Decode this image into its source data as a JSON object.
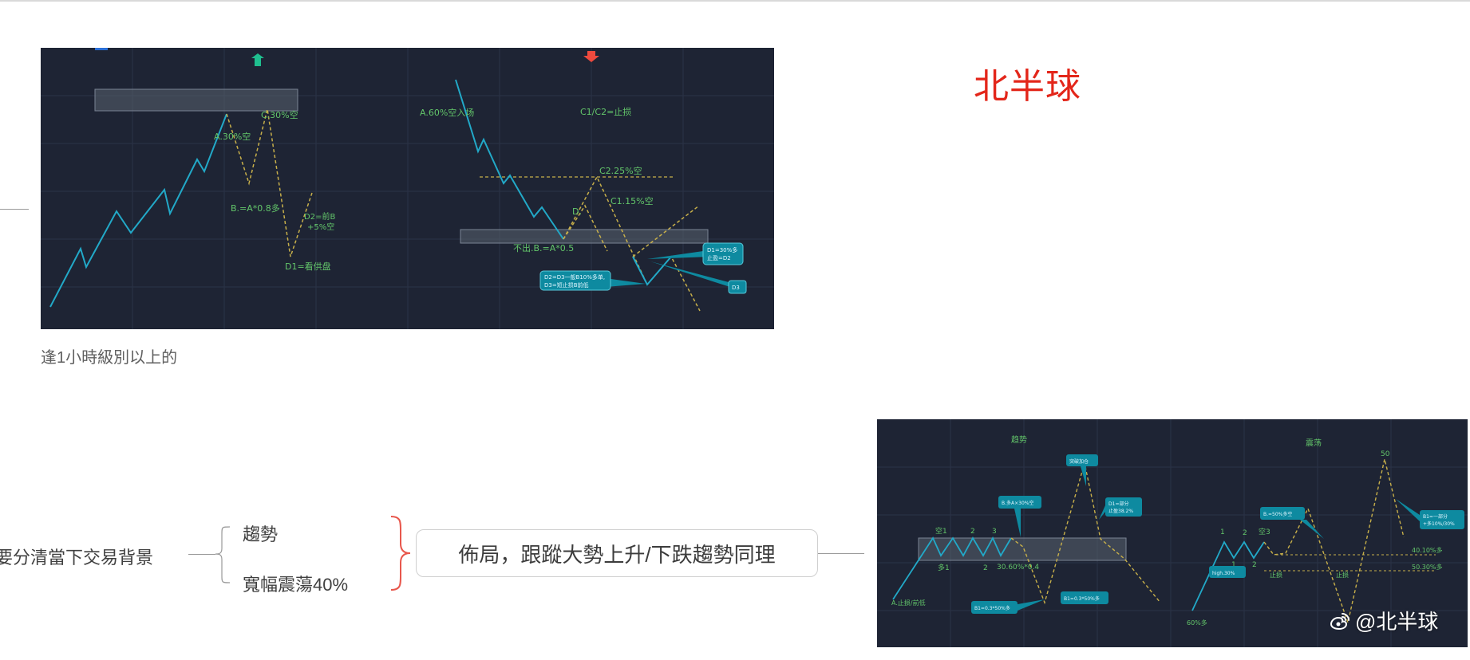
{
  "title": "北半球",
  "caption": "逢1小時級別以上的",
  "mindmap": {
    "root": "要分清當下交易背景",
    "branches": [
      "趨勢",
      "寬幅震蕩40%"
    ],
    "box": "佈局，跟蹤大勢上升/下跌趨勢同理"
  },
  "watermark": "@北半球",
  "icons": {
    "weibo": "weibo-logo-icon",
    "up_arrow": "up-arrow-icon",
    "down_arrow": "down-arrow-icon",
    "brace": "curly-brace-icon"
  },
  "colors": {
    "panel_bg": "#1e2434",
    "price_line": "#22a9c8",
    "projection_line": "#c8b04a",
    "label_text": "#63c66a",
    "callout": "#0e8aa0",
    "up_arrow": "#1fbf8f",
    "down_arrow": "#ef4a3e",
    "title_red": "#e3261a",
    "brace_red": "#e8574c"
  },
  "chart1": {
    "labels": {
      "c30": "C.30%空",
      "a30": "A.30%空",
      "b_a08": "B.=A*0.8多",
      "d2": "D2=前B",
      "d2b": "+5%空",
      "d1": "D1=看供盘",
      "a60": "A.60%空入场",
      "c1c2": "C1/C2=止损",
      "c2": "C2.25%空",
      "c1": "C1.15%空",
      "d": "D.",
      "nochu": "不出.B.=A*0.5"
    },
    "callouts": {
      "right_top_1": "D1=30%多",
      "right_top_2": "止盈=D2",
      "bottom_1": "D2=D3一般B10%多单,",
      "bottom_2": "D3=短止损B前低",
      "small": "D3"
    }
  },
  "chart2": {
    "labels": {
      "left_title": "趋势",
      "right_title": "震荡",
      "k1": "空1",
      "n2": "2",
      "n3": "3",
      "duo1": "多1",
      "n2b": "2",
      "pct": "30.60%*0.4",
      "a_stop": "A.止损/前低",
      "r1": "1",
      "r2": "2",
      "r3": "空3",
      "rb1": "1",
      "rb2": "2",
      "r50": "50",
      "lvl1": "40.10%多",
      "lvl2": "50.30%多",
      "stop": "止损",
      "stop2": "止损",
      "duo60": "60%多"
    },
    "callouts": {
      "c1": "B.多A×30%空",
      "c2": "突破加仓",
      "c3a": "D1=部分",
      "c3b": "止盈38.2%",
      "c4": "B1=0.3*50%多",
      "c5": "B1=0.3*50%多",
      "c6": "B.=50%多空",
      "c7": "high.30%",
      "c8a": "B1=一部分",
      "c8b": "+多10%/30%"
    }
  }
}
